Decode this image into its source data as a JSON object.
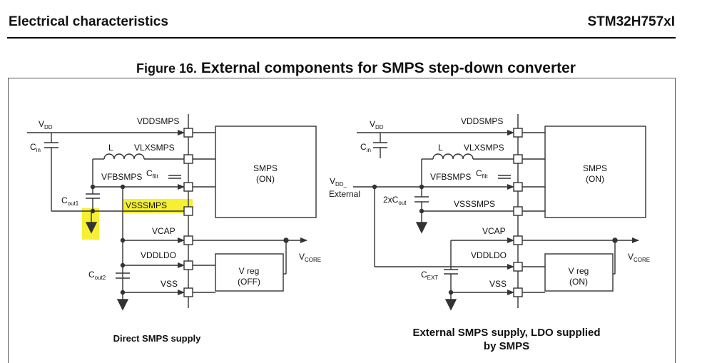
{
  "header": {
    "section": "Electrical characteristics",
    "part": "STM32H757xI"
  },
  "figure": {
    "number": "Figure 16.",
    "title": "External components for SMPS step-down converter"
  },
  "left": {
    "caption": "Direct SMPS supply",
    "vdd": "V",
    "vdd_sub": "DD",
    "cin": "C",
    "cin_sub": "in",
    "l": "L",
    "vddsmps": "VDDSMPS",
    "vlxsmps": "VLXSMPS",
    "vfbsmps": "VFBSMPS",
    "cfilt": "C",
    "cfilt_sub": "filt",
    "cout1": "C",
    "cout1_sub": "out1",
    "vsssmps": "VSSSMPS",
    "vcap": "VCAP",
    "vddldo": "VDDLDO",
    "cout2": "C",
    "cout2_sub": "out2",
    "vss": "VSS",
    "vcore": "V",
    "vcore_sub": "CORE",
    "smps_l1": "SMPS",
    "smps_l2": "(ON)",
    "vreg_l1": "V reg",
    "vreg_l2": "(OFF)",
    "highlight_color": "#f5f032"
  },
  "right": {
    "caption_l1": "External SMPS supply, LDO supplied",
    "caption_l2": "by SMPS",
    "vdd": "V",
    "vdd_sub": "DD",
    "cin": "C",
    "cin_sub": "in",
    "l": "L",
    "vddsmps": "VDDSMPS",
    "vlxsmps": "VLXSMPS",
    "vfbsmps": "VFBSMPS",
    "cfilt": "C",
    "cfilt_sub": "filt",
    "vddext": "V",
    "vddext_sub": "DD_",
    "vddext_l2": "External",
    "twocout": "2xC",
    "twocout_sub": "out",
    "vsssmps": "VSSSMPS",
    "vcap": "VCAP",
    "vddldo": "VDDLDO",
    "cext": "C",
    "cext_sub": "EXT",
    "vss": "VSS",
    "vcore": "V",
    "vcore_sub": "CORE",
    "smps_l1": "SMPS",
    "smps_l2": "(ON)",
    "vreg_l1": "V reg",
    "vreg_l2": "(ON)"
  }
}
